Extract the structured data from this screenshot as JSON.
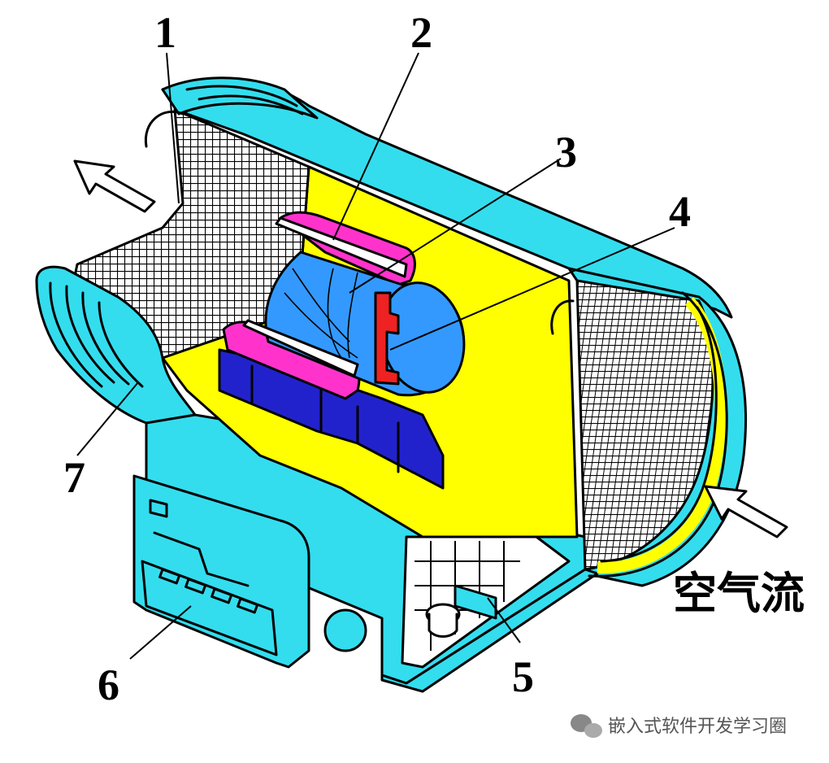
{
  "callouts": {
    "n1": "1",
    "n2": "2",
    "n3": "3",
    "n4": "4",
    "n5": "5",
    "n6": "6",
    "n7": "7"
  },
  "airflow_label": "空气流",
  "watermark": "嵌入式软件开发学习圈",
  "icons": {
    "watermark_icon": "wechat-icon",
    "outlet_arrow": "arrow-up-left-icon",
    "inlet_arrow": "arrow-up-left-icon"
  },
  "colors": {
    "housing": "#33ddee",
    "interior": "#ffff00",
    "sensor_tube": "#3399ff",
    "sensor_clamp": "#ff33cc",
    "sensor_base": "#2222cc",
    "hot_element": "#ee2222",
    "outline": "#000000"
  }
}
